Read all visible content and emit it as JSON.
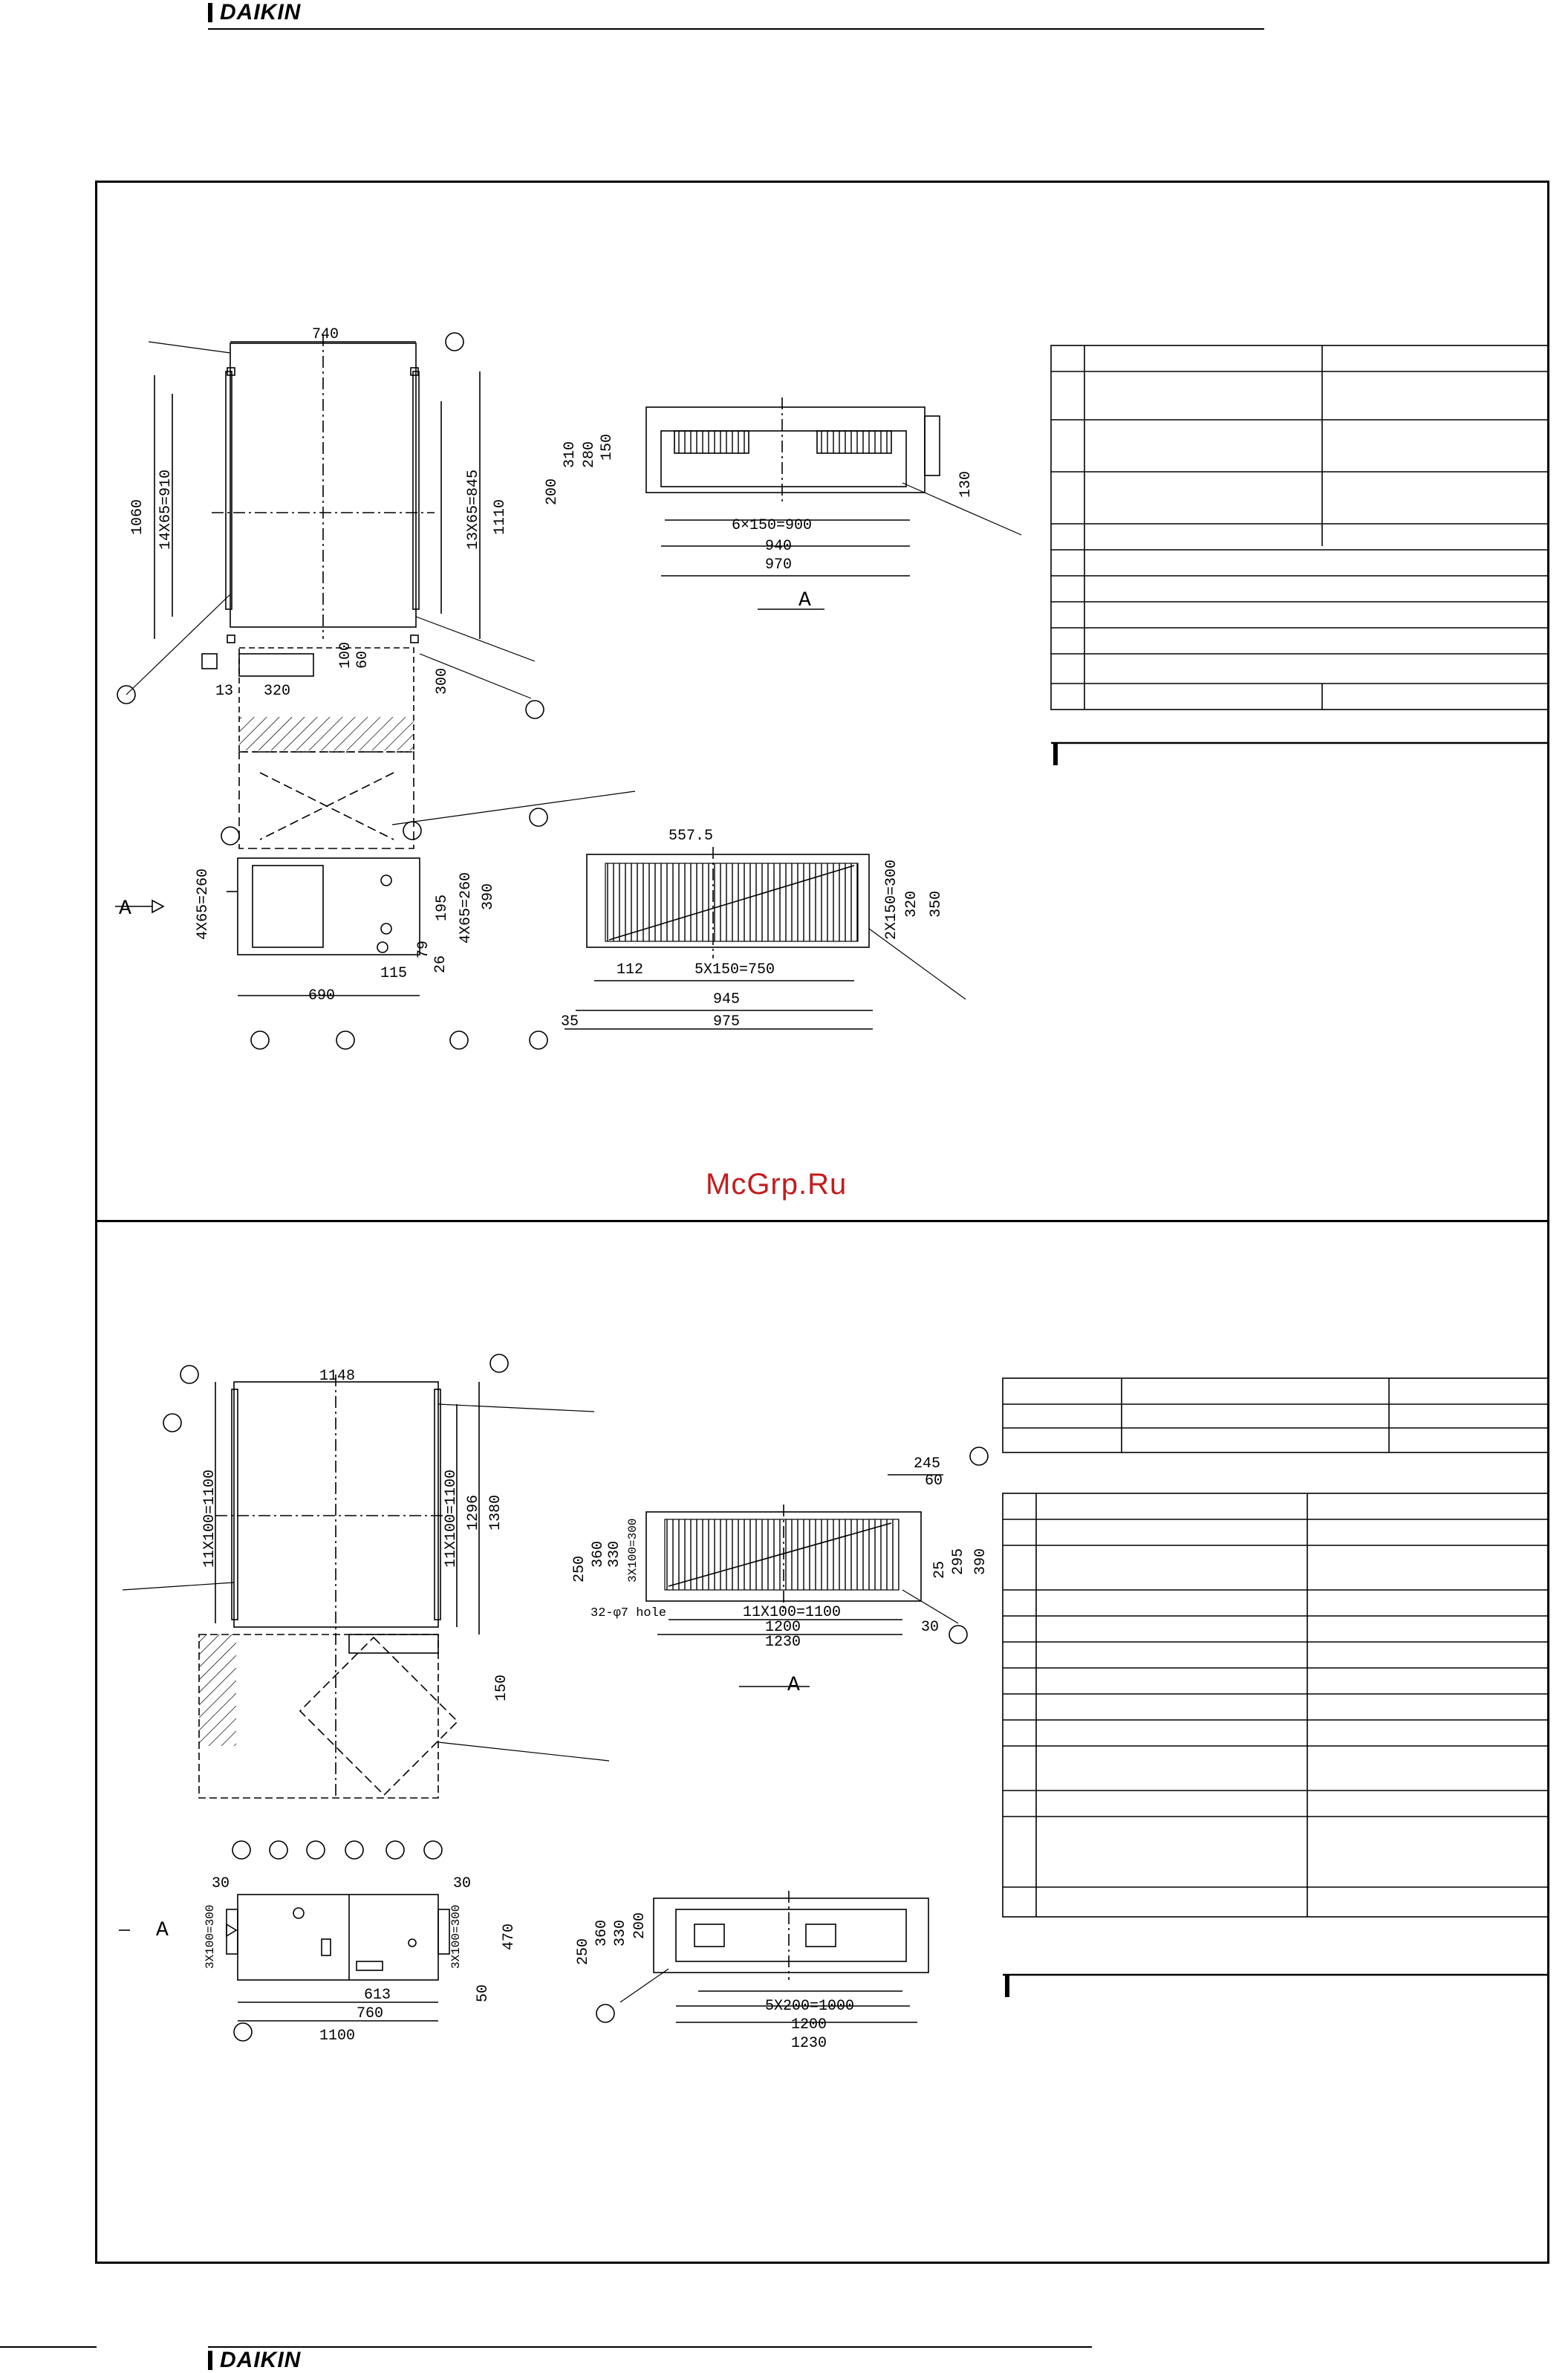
{
  "header": {
    "brand": "DAIKIN"
  },
  "footer": {
    "brand": "DAIKIN"
  },
  "watermark": "McGrp.Ru",
  "colors": {
    "line": "#000000",
    "watermark": "#c41c1c"
  },
  "top_unit": {
    "dims": {
      "w740": "740",
      "h1060": "1060",
      "p14x65": "14X65=910",
      "p13x65": "13X65=845",
      "h1110": "1110",
      "d100": "100",
      "d60": "60",
      "d13": "13",
      "d320": "320",
      "d300": "300",
      "a6x150": "6×150=900",
      "a940": "940",
      "a970": "970",
      "a200": "200",
      "a310": "310",
      "a280": "280",
      "a150": "150",
      "a130": "130",
      "p557": "557.5",
      "p2x150": "2X150=300",
      "p320": "320",
      "p350": "350",
      "p112": "112",
      "p5x150": "5X150=750",
      "p945": "945",
      "p975": "975",
      "p35": "35",
      "s4x65a": "4X65=260",
      "s195": "195",
      "s390": "390",
      "s4x65b": "4X65=260",
      "s26": "26",
      "s79": "79",
      "s115": "115",
      "s690": "690"
    },
    "view_label": "A",
    "arrow_label": "A"
  },
  "bottom_unit": {
    "dims": {
      "w1148": "1148",
      "p11x100a": "11X100=1100",
      "p11x100b": "11X100=1100",
      "h1296": "1296",
      "h1380": "1380",
      "d150": "150",
      "a245": "245",
      "a60": "60",
      "a250": "250",
      "a360": "360",
      "a330": "330",
      "a3x100": "3X100=300",
      "a32": "32-φ7 hole",
      "a11x100": "11X100=1100",
      "a1200": "1200",
      "a1230": "1230",
      "a25": "25",
      "a295": "295",
      "a390": "390",
      "a30": "30",
      "s30a": "30",
      "s30b": "30",
      "s3x100a": "3X100=300",
      "s3x100b": "3X100=300",
      "s470": "470",
      "s50": "50",
      "s613": "613",
      "s760": "760",
      "s1100": "1100",
      "f250": "250",
      "f360": "360",
      "f200": "200",
      "f330": "330",
      "f5x200": "5X200=1000",
      "f1200": "1200",
      "f1230": "1230"
    },
    "view_label": "A",
    "arrow_label": "A"
  }
}
